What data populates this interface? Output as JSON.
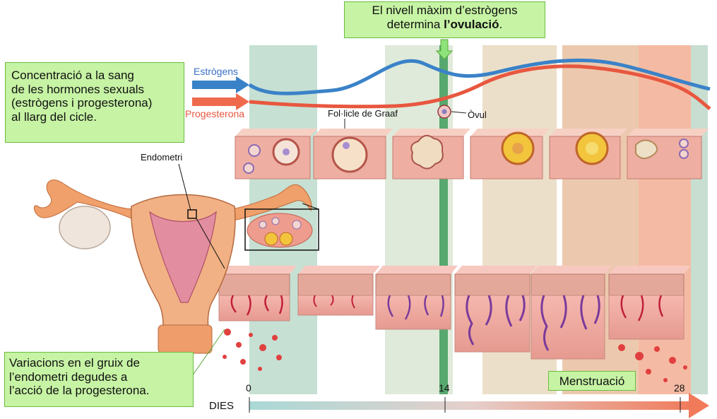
{
  "callouts": {
    "ovulation_line1": "El nivell màxim d’estrògens",
    "ovulation_line2_prefix": "determina ",
    "ovulation_line2_bold": "l’ovulació",
    "ovulation_line2_suffix": ".",
    "hormones_lines": [
      "Concentració a la sang",
      "de les hormones sexuals",
      "(estrògens i progesterona)",
      "al llarg del cicle."
    ],
    "endometrium_lines": [
      "Variacions en el gruix de",
      "l’endometri degudes a",
      "l’acció de la progesterona."
    ]
  },
  "labels": {
    "estrogens": "Estrògens",
    "progesterone": "Progesterona",
    "graaf_follicle": "Fol·licle de Graaf",
    "ovum": "Òvul",
    "endometrium": "Endometri",
    "menstruation": "Menstruació",
    "days": "DIES"
  },
  "timeline": {
    "ticks": [
      "0",
      "14",
      "28"
    ]
  },
  "colors": {
    "estrogens": "#3a82c8",
    "progesterone": "#e8573f",
    "callout_fill": "#c6f3a4",
    "callout_border": "#6bbd3e",
    "band_green": "#a7cfbb",
    "band_tan": "#e3c9a8",
    "band_salmon": "#f3a98c",
    "ovulation_line": "#3f9c5c"
  },
  "icons": [
    "down-arrow-icon",
    "right-arrow-icon"
  ]
}
